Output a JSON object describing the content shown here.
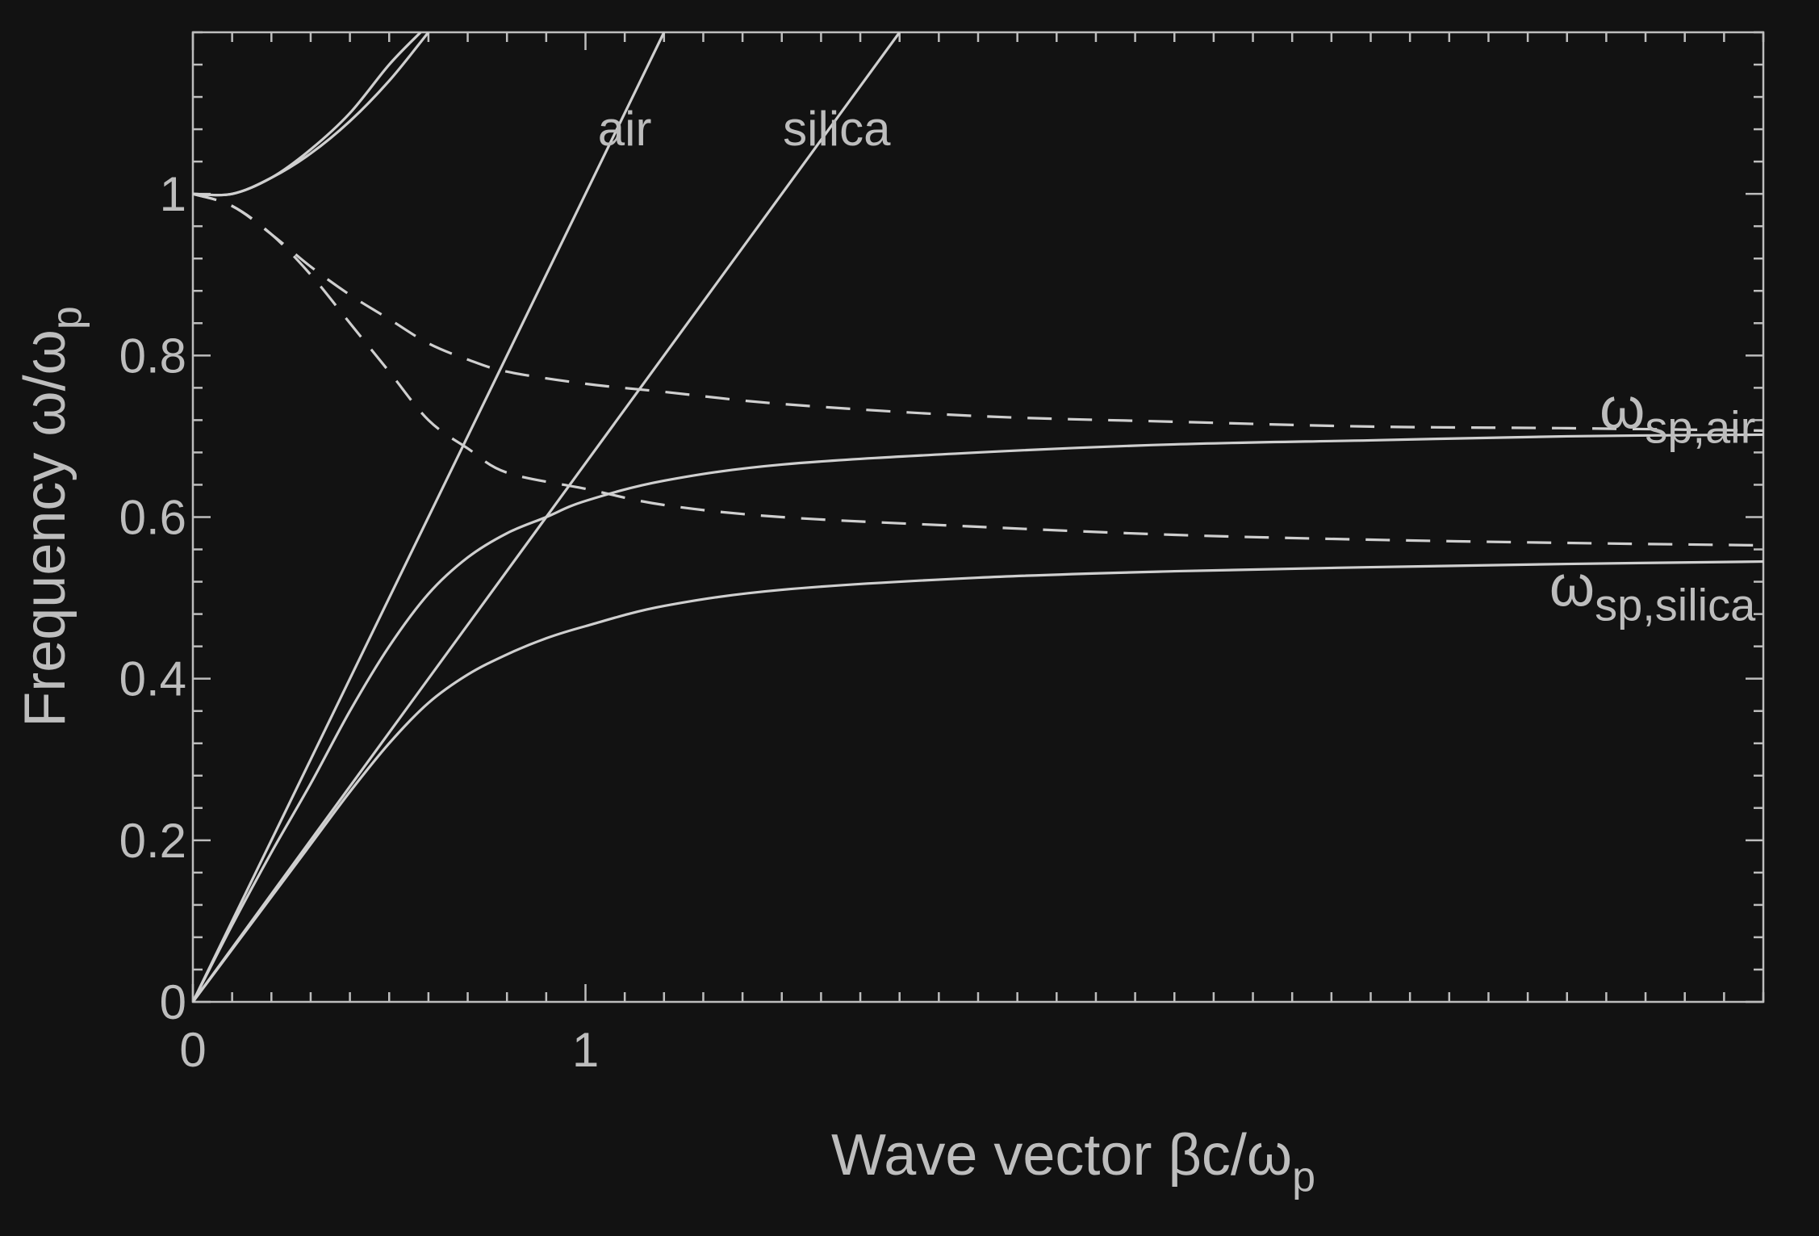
{
  "chart_data": {
    "type": "line",
    "title": "",
    "xlabel": {
      "text": "Wave vector βc/ω",
      "sub": "p"
    },
    "ylabel": {
      "text": "Frequency ω/ω",
      "sub": "p"
    },
    "xlim": [
      0,
      4
    ],
    "ylim": [
      0,
      1.2
    ],
    "x_ticks": [
      {
        "v": 0,
        "label": "0"
      },
      {
        "v": 1,
        "label": "1"
      }
    ],
    "y_ticks": [
      {
        "v": 0,
        "label": "0"
      },
      {
        "v": 0.2,
        "label": "0.2"
      },
      {
        "v": 0.4,
        "label": "0.4"
      },
      {
        "v": 0.6,
        "label": "0.6"
      },
      {
        "v": 0.8,
        "label": "0.8"
      },
      {
        "v": 1,
        "label": "1"
      }
    ],
    "x_minor_step": 0.1,
    "y_minor_step": 0.04,
    "grid": false,
    "series": [
      {
        "name": "air",
        "style": "solid",
        "points": [
          [
            0,
            0
          ],
          [
            1.2,
            1.2
          ]
        ]
      },
      {
        "name": "silica",
        "style": "solid",
        "points": [
          [
            0,
            0
          ],
          [
            1.8,
            1.2
          ]
        ]
      },
      {
        "style": "solid",
        "points": [
          [
            0,
            1.0
          ],
          [
            0.1,
            1.0
          ],
          [
            0.2,
            1.02
          ],
          [
            0.3,
            1.05
          ],
          [
            0.4,
            1.09
          ],
          [
            0.5,
            1.14
          ],
          [
            0.6,
            1.2
          ]
        ]
      },
      {
        "style": "solid",
        "points": [
          [
            0,
            1.0
          ],
          [
            0.1,
            1.0
          ],
          [
            0.2,
            1.02
          ],
          [
            0.3,
            1.055
          ],
          [
            0.4,
            1.1
          ],
          [
            0.5,
            1.16
          ],
          [
            0.58,
            1.2
          ]
        ]
      },
      {
        "style": "solid",
        "points": [
          [
            0,
            0
          ],
          [
            0.1,
            0.095
          ],
          [
            0.2,
            0.185
          ],
          [
            0.3,
            0.27
          ],
          [
            0.4,
            0.36
          ],
          [
            0.5,
            0.44
          ],
          [
            0.6,
            0.505
          ],
          [
            0.7,
            0.55
          ],
          [
            0.8,
            0.58
          ],
          [
            0.9,
            0.6
          ],
          [
            1.0,
            0.62
          ],
          [
            1.2,
            0.645
          ],
          [
            1.5,
            0.665
          ],
          [
            2.0,
            0.68
          ],
          [
            2.5,
            0.69
          ],
          [
            3.0,
            0.695
          ],
          [
            3.5,
            0.7
          ],
          [
            4.0,
            0.702
          ]
        ]
      },
      {
        "style": "solid",
        "points": [
          [
            0,
            0
          ],
          [
            0.1,
            0.065
          ],
          [
            0.2,
            0.13
          ],
          [
            0.3,
            0.195
          ],
          [
            0.4,
            0.26
          ],
          [
            0.5,
            0.32
          ],
          [
            0.6,
            0.37
          ],
          [
            0.7,
            0.405
          ],
          [
            0.8,
            0.43
          ],
          [
            0.9,
            0.45
          ],
          [
            1.0,
            0.465
          ],
          [
            1.2,
            0.49
          ],
          [
            1.5,
            0.51
          ],
          [
            2.0,
            0.525
          ],
          [
            2.5,
            0.533
          ],
          [
            3.0,
            0.538
          ],
          [
            3.5,
            0.542
          ],
          [
            4.0,
            0.545
          ]
        ]
      },
      {
        "style": "dashed",
        "points": [
          [
            0,
            1.0
          ],
          [
            0.1,
            0.985
          ],
          [
            0.2,
            0.95
          ],
          [
            0.3,
            0.91
          ],
          [
            0.4,
            0.875
          ],
          [
            0.5,
            0.845
          ],
          [
            0.6,
            0.815
          ],
          [
            0.7,
            0.795
          ],
          [
            0.8,
            0.78
          ],
          [
            1.0,
            0.765
          ],
          [
            1.2,
            0.755
          ],
          [
            1.5,
            0.74
          ],
          [
            2.0,
            0.725
          ],
          [
            2.5,
            0.718
          ],
          [
            3.0,
            0.712
          ],
          [
            3.5,
            0.71
          ],
          [
            4.0,
            0.707
          ]
        ]
      },
      {
        "style": "dashed",
        "points": [
          [
            0,
            1.0
          ],
          [
            0.1,
            0.985
          ],
          [
            0.2,
            0.95
          ],
          [
            0.3,
            0.9
          ],
          [
            0.4,
            0.84
          ],
          [
            0.5,
            0.78
          ],
          [
            0.6,
            0.72
          ],
          [
            0.7,
            0.685
          ],
          [
            0.8,
            0.655
          ],
          [
            1.0,
            0.635
          ],
          [
            1.2,
            0.615
          ],
          [
            1.5,
            0.6
          ],
          [
            2.0,
            0.588
          ],
          [
            2.5,
            0.578
          ],
          [
            3.0,
            0.572
          ],
          [
            3.5,
            0.568
          ],
          [
            4.0,
            0.565
          ]
        ]
      }
    ],
    "annotations": [
      {
        "text": "air",
        "sub": "",
        "x": 1.1,
        "y": 1.06
      },
      {
        "text": "silica",
        "sub": "",
        "x": 1.64,
        "y": 1.06
      },
      {
        "text": "ω",
        "sub": "sp,air",
        "x": 3.98,
        "y": 0.71
      },
      {
        "text": "ω",
        "sub": "sp,silica",
        "x": 3.98,
        "y": 0.49
      }
    ],
    "colors": {
      "background": "#121212",
      "ink": "#bdbdbd",
      "line": "#cfcfcf"
    }
  }
}
